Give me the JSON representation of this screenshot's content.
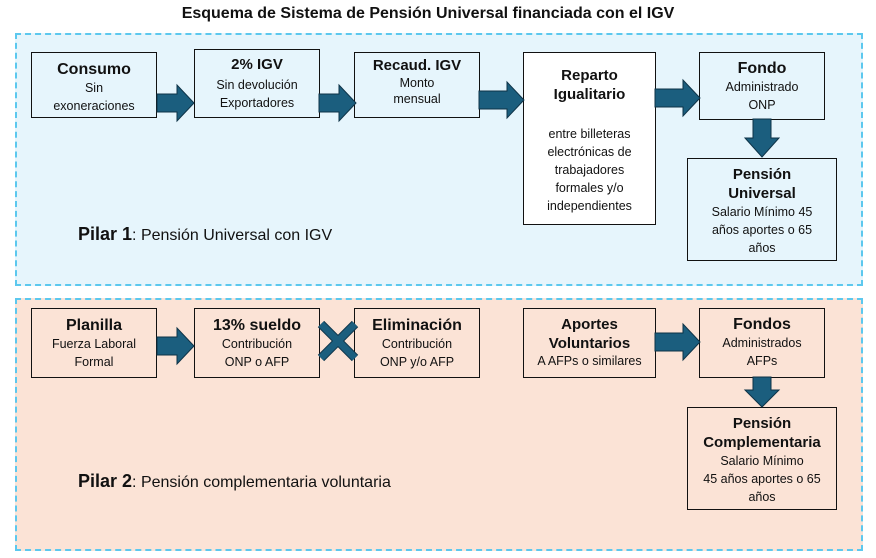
{
  "title": "Esquema de Sistema de Pensión Universal financiada con el IGV",
  "colors": {
    "pilar1_bg": "#E6F5FC",
    "pilar2_bg": "#FBE3D6",
    "panel_border": "#5CC8EE",
    "arrow_fill": "#1B5E7E"
  },
  "pilar1": {
    "label_bold": "Pilar 1",
    "label_rest": ": Pensión Universal con IGV",
    "boxes": [
      {
        "title": "Consumo",
        "lines": [
          "Sin",
          "exoneraciones"
        ]
      },
      {
        "title": "2% IGV",
        "lines": [
          "Sin devolución",
          "Exportadores"
        ]
      },
      {
        "title": "Recaud. IGV",
        "lines": [
          "Monto",
          "mensual"
        ]
      },
      {
        "title_lines": [
          "Reparto",
          "Igualitario"
        ],
        "lines": [
          "entre billeteras",
          "electrónicas de",
          "trabajadores",
          "formales y/o",
          "independientes"
        ]
      },
      {
        "title": "Fondo",
        "lines": [
          "Administrado",
          "ONP"
        ]
      },
      {
        "title_lines": [
          "Pensión",
          "Universal"
        ],
        "lines": [
          "Salario Mínimo 45",
          "años aportes o 65",
          "años"
        ]
      }
    ]
  },
  "pilar2": {
    "label_bold": "Pilar 2",
    "label_rest": ": Pensión complementaria voluntaria",
    "boxes": [
      {
        "title": "Planilla",
        "lines": [
          "Fuerza Laboral",
          "Formal"
        ]
      },
      {
        "title": "13% sueldo",
        "lines": [
          "Contribución",
          "ONP o AFP"
        ]
      },
      {
        "title": "Eliminación",
        "lines": [
          "Contribución",
          "ONP y/o AFP"
        ]
      },
      {
        "title_lines": [
          "Aportes",
          "Voluntarios"
        ],
        "lines": [
          "A AFPs o similares"
        ]
      },
      {
        "title": "Fondos",
        "lines": [
          "Administrados",
          "AFPs"
        ]
      },
      {
        "title_lines": [
          "Pensión",
          "Complementaria"
        ],
        "lines": [
          "Salario Mínimo",
          "45 años aportes o 65",
          "años"
        ]
      }
    ]
  }
}
